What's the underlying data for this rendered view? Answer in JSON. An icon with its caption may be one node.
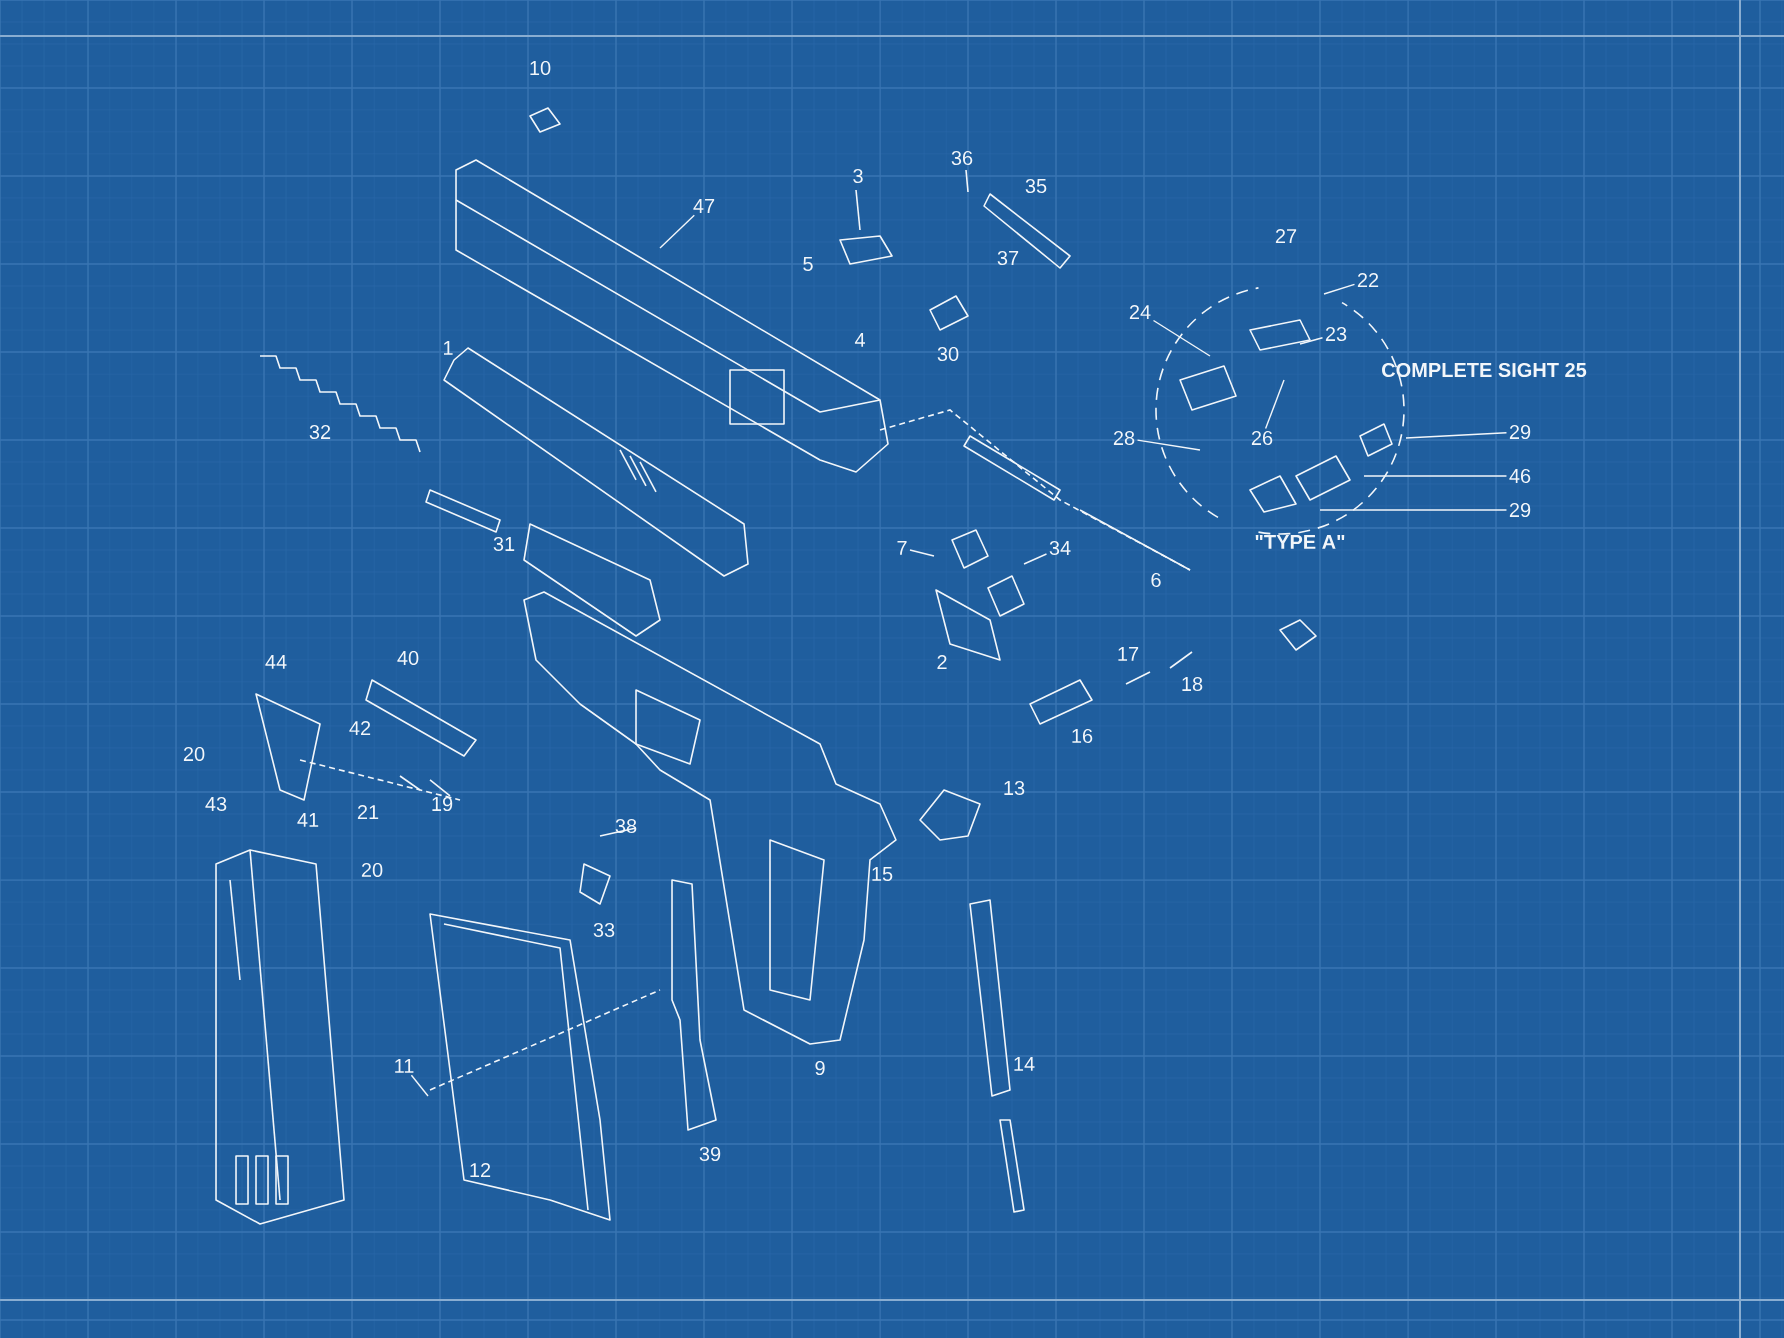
{
  "diagram": {
    "nodes": [
      {
        "text": [
          "47"
        ]
      },
      {
        "text": [
          "22"
        ]
      },
      {
        "text": [
          "24"
        ]
      },
      {
        "text": [
          "23"
        ]
      },
      {
        "text": [
          "28"
        ]
      },
      {
        "text": [
          "26"
        ]
      },
      {
        "text": [
          "29"
        ]
      },
      {
        "text": [
          "46"
        ]
      },
      {
        "text": [
          "29"
        ]
      },
      {
        "text": [
          "7"
        ]
      },
      {
        "text": [
          "34"
        ]
      },
      {
        "text": [
          "11"
        ]
      }
    ],
    "edges": [
      {
        "from": 0,
        "to": null,
        "arrow": "none"
      },
      {
        "from": 1,
        "to": null,
        "arrow": "none"
      },
      {
        "from": 2,
        "to": null,
        "arrow": "none"
      },
      {
        "from": 3,
        "to": null,
        "arrow": "none"
      },
      {
        "from": 4,
        "to": null,
        "arrow": "none"
      },
      {
        "from": 5,
        "to": null,
        "arrow": "none"
      },
      {
        "from": 6,
        "to": null,
        "arrow": "none"
      },
      {
        "from": 7,
        "to": null,
        "arrow": "none"
      },
      {
        "from": 8,
        "to": null,
        "arrow": "none"
      },
      {
        "from": 9,
        "to": null,
        "arrow": "none"
      },
      {
        "from": 10,
        "to": null,
        "arrow": "none"
      },
      {
        "from": 11,
        "to": null,
        "arrow": "none"
      }
    ],
    "labels": [
      "10",
      "36",
      "3",
      "35",
      "5",
      "37",
      "27",
      "4",
      "30",
      "1",
      "COMPLETE SIGHT 25",
      "32",
      "6",
      "31",
      "\"TYPE A\"",
      "44",
      "40",
      "2",
      "17",
      "18",
      "42",
      "16",
      "20",
      "13",
      "43",
      "41",
      "21",
      "19",
      "38",
      "20",
      "15",
      "33",
      "9",
      "14",
      "12",
      "39"
    ]
  }
}
